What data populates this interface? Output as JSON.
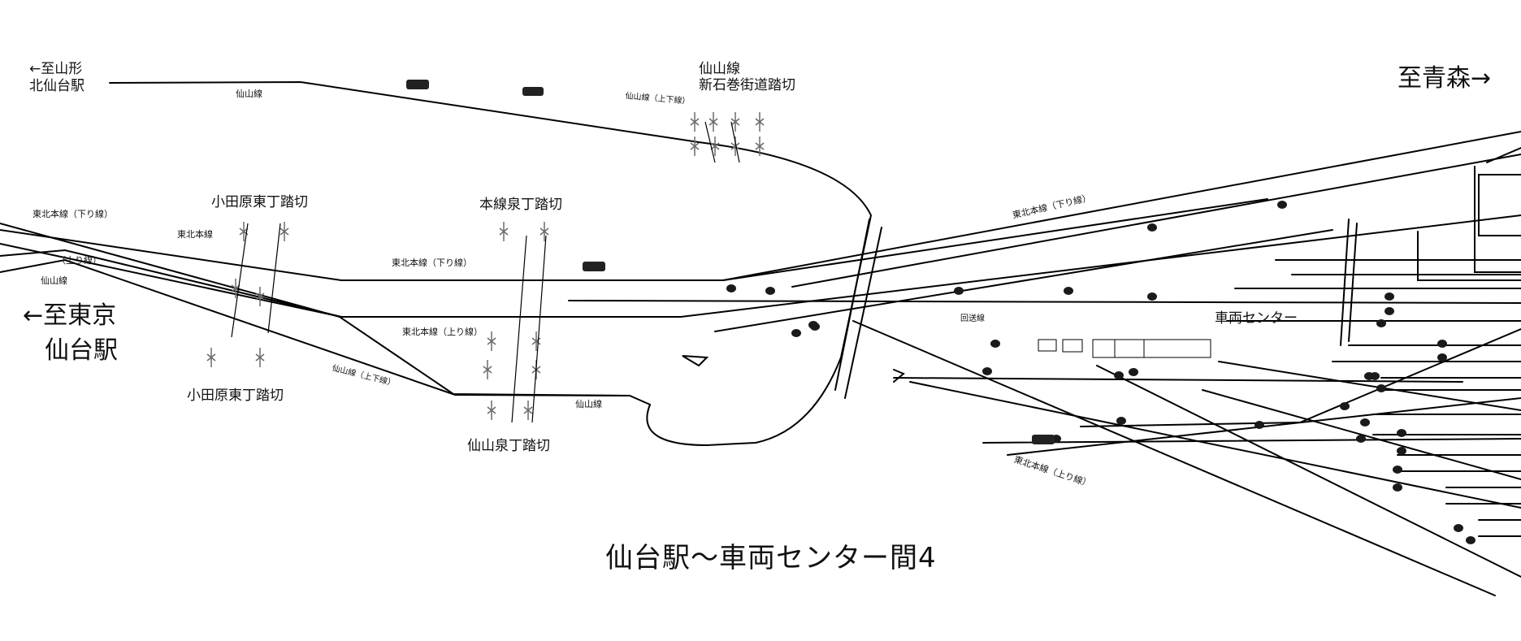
{
  "labels": {
    "to_yamagata": "←至山形",
    "kitasendai": "北仙台駅",
    "to_aomori": "至青森→",
    "to_tokyo": "←至東京",
    "sendai_station": "仙台駅",
    "senzan_line_top": "仙山線",
    "senzan_up_top": "仙山線（上下線）",
    "senzan_crossing_name_1": "仙山線",
    "senzan_crossing_name_2": "新石巻街道踏切",
    "tohoku_down_left": "東北本線（下り線）",
    "tohoku_left_small": "東北本線",
    "up_line_left": "（上り線）",
    "senzan_line_left": "仙山線",
    "odawara_top": "小田原東丁踏切",
    "odawara_bottom": "小田原東丁踏切",
    "honsen_izumi": "本線泉丁踏切",
    "senzan_izumi": "仙山泉丁踏切",
    "tohoku_down_mid": "東北本線（下り線）",
    "tohoku_up_mid": "東北本線（上り線）",
    "senzan_up_diag": "仙山線（上下線）",
    "senzan_line_mid": "仙山線",
    "tohoku_down_right": "東北本線（下り線）",
    "kaisou_line": "回送線",
    "depot": "車両センター",
    "tohoku_up_right": "東北本線（上り線）"
  },
  "title": "仙台駅～車両センター間4",
  "colors": {
    "track": "#000000",
    "signal": "#1a1a1a",
    "crossing_pole": "#6b6b6b"
  },
  "icons": {
    "signal": "signal-icon",
    "crossing": "crossing-gate-icon",
    "vehicle": "vehicle-icon"
  }
}
